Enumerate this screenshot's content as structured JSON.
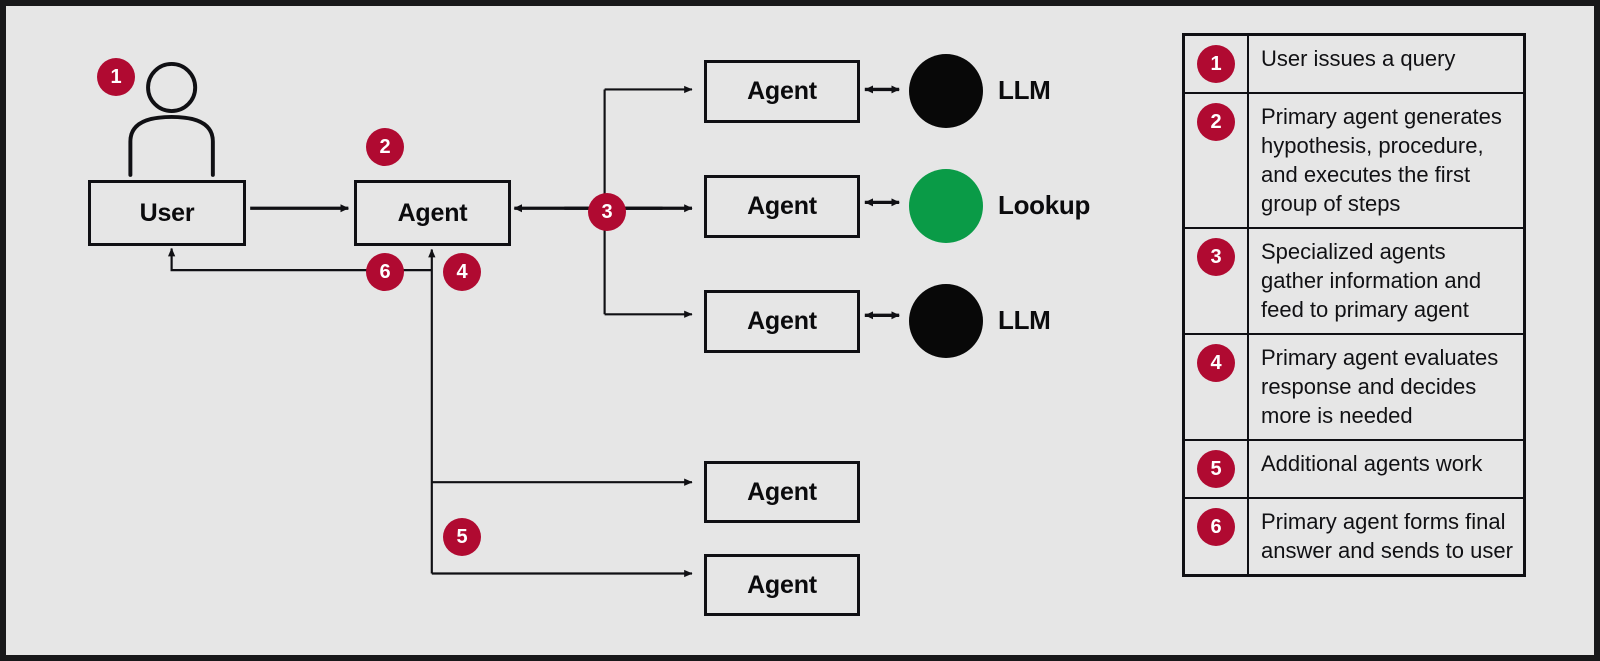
{
  "colors": {
    "background": "#e6e6e6",
    "outer_border": "#18181a",
    "stroke": "#101014",
    "badge_red": "#b00a31",
    "lookup_green": "#0a9b47",
    "llm_black": "#080808"
  },
  "diagram": {
    "user_box": {
      "label": "User"
    },
    "primary_agent_box": {
      "label": "Agent"
    },
    "specialist_agents": [
      {
        "label": "Agent",
        "tool": "LLM",
        "tool_color": "#080808"
      },
      {
        "label": "Agent",
        "tool": "Lookup",
        "tool_color": "#0a9b47"
      },
      {
        "label": "Agent",
        "tool": "LLM",
        "tool_color": "#080808"
      }
    ],
    "additional_agents": [
      {
        "label": "Agent"
      },
      {
        "label": "Agent"
      }
    ],
    "step_markers": [
      {
        "number": "1"
      },
      {
        "number": "2"
      },
      {
        "number": "3"
      },
      {
        "number": "4"
      },
      {
        "number": "5"
      },
      {
        "number": "6"
      }
    ]
  },
  "legend": {
    "rows": [
      {
        "number": "1",
        "text": "User issues a query"
      },
      {
        "number": "2",
        "text": "Primary agent generates hypothesis, procedure, and executes the first group of steps"
      },
      {
        "number": "3",
        "text": "Specialized agents gather information and feed to primary agent"
      },
      {
        "number": "4",
        "text": "Primary agent evaluates response and decides more is needed"
      },
      {
        "number": "5",
        "text": "Additional agents work"
      },
      {
        "number": "6",
        "text": "Primary agent forms final answer and sends to user"
      }
    ]
  }
}
